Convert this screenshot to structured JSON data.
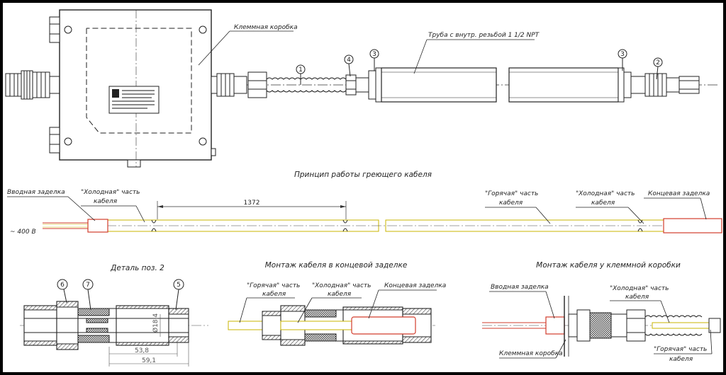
{
  "labels": {
    "terminal_box": "Клеммная коробка",
    "pipe": "Труба с внутр. резьбой 1 1/2 NPT",
    "principle_title": "Принцип работы греющего кабеля",
    "input_seal": "Вводная заделка",
    "cold_part_l1": "\"Холодная\" часть",
    "cold_part_l2": "кабеля",
    "hot_part_l1": "\"Горячая\" часть",
    "hot_part_l2": "кабеля",
    "end_seal": "Концевая заделка",
    "voltage": "~ 400 В",
    "dimension_1372": "1372",
    "detail_title": "Деталь поз. 2",
    "end_mount_title": "Монтаж кабеля в концевой заделке",
    "box_mount_title": "Монтаж кабеля у клеммной коробки",
    "dim_53_8": "53,8",
    "dim_59_1": "59,1",
    "dim_dia": "Ø18,4"
  },
  "callouts": [
    "1",
    "2",
    "3",
    "3",
    "4",
    "5",
    "6",
    "7"
  ],
  "colors": {
    "line": "#222222",
    "red": "#d23c2c",
    "yellow": "#c9b400",
    "hatch": "#333333",
    "dim": "#555555"
  }
}
